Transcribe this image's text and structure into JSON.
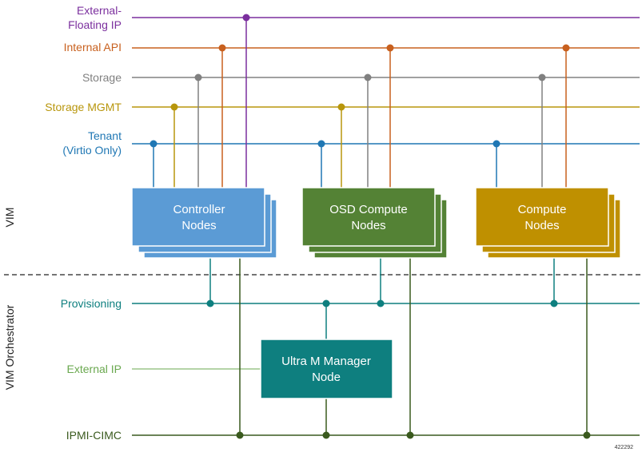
{
  "networks": {
    "external_floating": {
      "label": [
        "External-",
        "Floating IP"
      ],
      "color": "#7b2f9e"
    },
    "internal_api": {
      "label": "Internal API",
      "color": "#c8601e"
    },
    "storage": {
      "label": "Storage",
      "color": "#808080"
    },
    "storage_mgmt": {
      "label": "Storage MGMT",
      "color": "#b8960c"
    },
    "tenant": {
      "label": [
        "Tenant",
        "(Virtio Only)"
      ],
      "color": "#1f77b4"
    },
    "provisioning": {
      "label": "Provisioning",
      "color": "#0e7f7f"
    },
    "external_ip": {
      "label": "External IP",
      "color": "#6aa84f"
    },
    "ipmi_cimc": {
      "label": "IPMI-CIMC",
      "color": "#3a5a1e"
    }
  },
  "nodes": {
    "controller": {
      "label": [
        "Controller",
        "Nodes"
      ],
      "color": "#5b9bd5"
    },
    "osd_compute": {
      "label": [
        "OSD Compute",
        "Nodes"
      ],
      "color": "#548235"
    },
    "compute": {
      "label": [
        "Compute",
        "Nodes"
      ],
      "color": "#bf9000"
    },
    "ultra_m_manager": {
      "label": [
        "Ultra M Manager",
        "Node"
      ],
      "color": "#0e7f7f"
    }
  },
  "zones": {
    "vim": "VIM",
    "vim_orchestrator": "VIM Orchestrator"
  },
  "figure_id": "422292"
}
